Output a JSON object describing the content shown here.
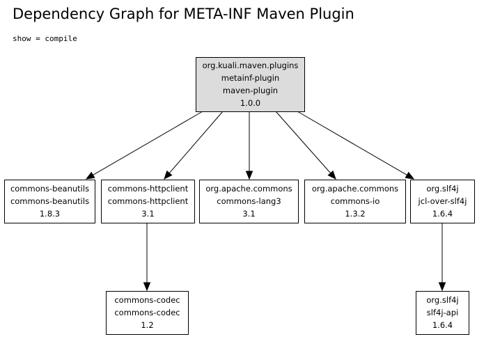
{
  "header": {
    "title": "Dependency Graph for META-INF Maven Plugin",
    "subtitle": "show = compile"
  },
  "graph": {
    "nodes": [
      {
        "id": "root",
        "lines": [
          "org.kuali.maven.plugins",
          "metainf-plugin",
          "maven-plugin",
          "1.0.0"
        ],
        "highlighted": true
      },
      {
        "id": "beanutils",
        "lines": [
          "commons-beanutils",
          "commons-beanutils",
          "1.8.3"
        ]
      },
      {
        "id": "httpclient",
        "lines": [
          "commons-httpclient",
          "commons-httpclient",
          "3.1"
        ]
      },
      {
        "id": "lang3",
        "lines": [
          "org.apache.commons",
          "commons-lang3",
          "3.1"
        ]
      },
      {
        "id": "commonsio",
        "lines": [
          "org.apache.commons",
          "commons-io",
          "1.3.2"
        ]
      },
      {
        "id": "jcl",
        "lines": [
          "org.slf4j",
          "jcl-over-slf4j",
          "1.6.4"
        ]
      },
      {
        "id": "codec",
        "lines": [
          "commons-codec",
          "commons-codec",
          "1.2"
        ]
      },
      {
        "id": "slf4japi",
        "lines": [
          "org.slf4j",
          "slf4j-api",
          "1.6.4"
        ]
      }
    ],
    "edges": [
      {
        "from": "root",
        "to": "beanutils"
      },
      {
        "from": "root",
        "to": "httpclient"
      },
      {
        "from": "root",
        "to": "lang3"
      },
      {
        "from": "root",
        "to": "commonsio"
      },
      {
        "from": "root",
        "to": "jcl"
      },
      {
        "from": "httpclient",
        "to": "codec"
      },
      {
        "from": "jcl",
        "to": "slf4japi"
      }
    ]
  }
}
